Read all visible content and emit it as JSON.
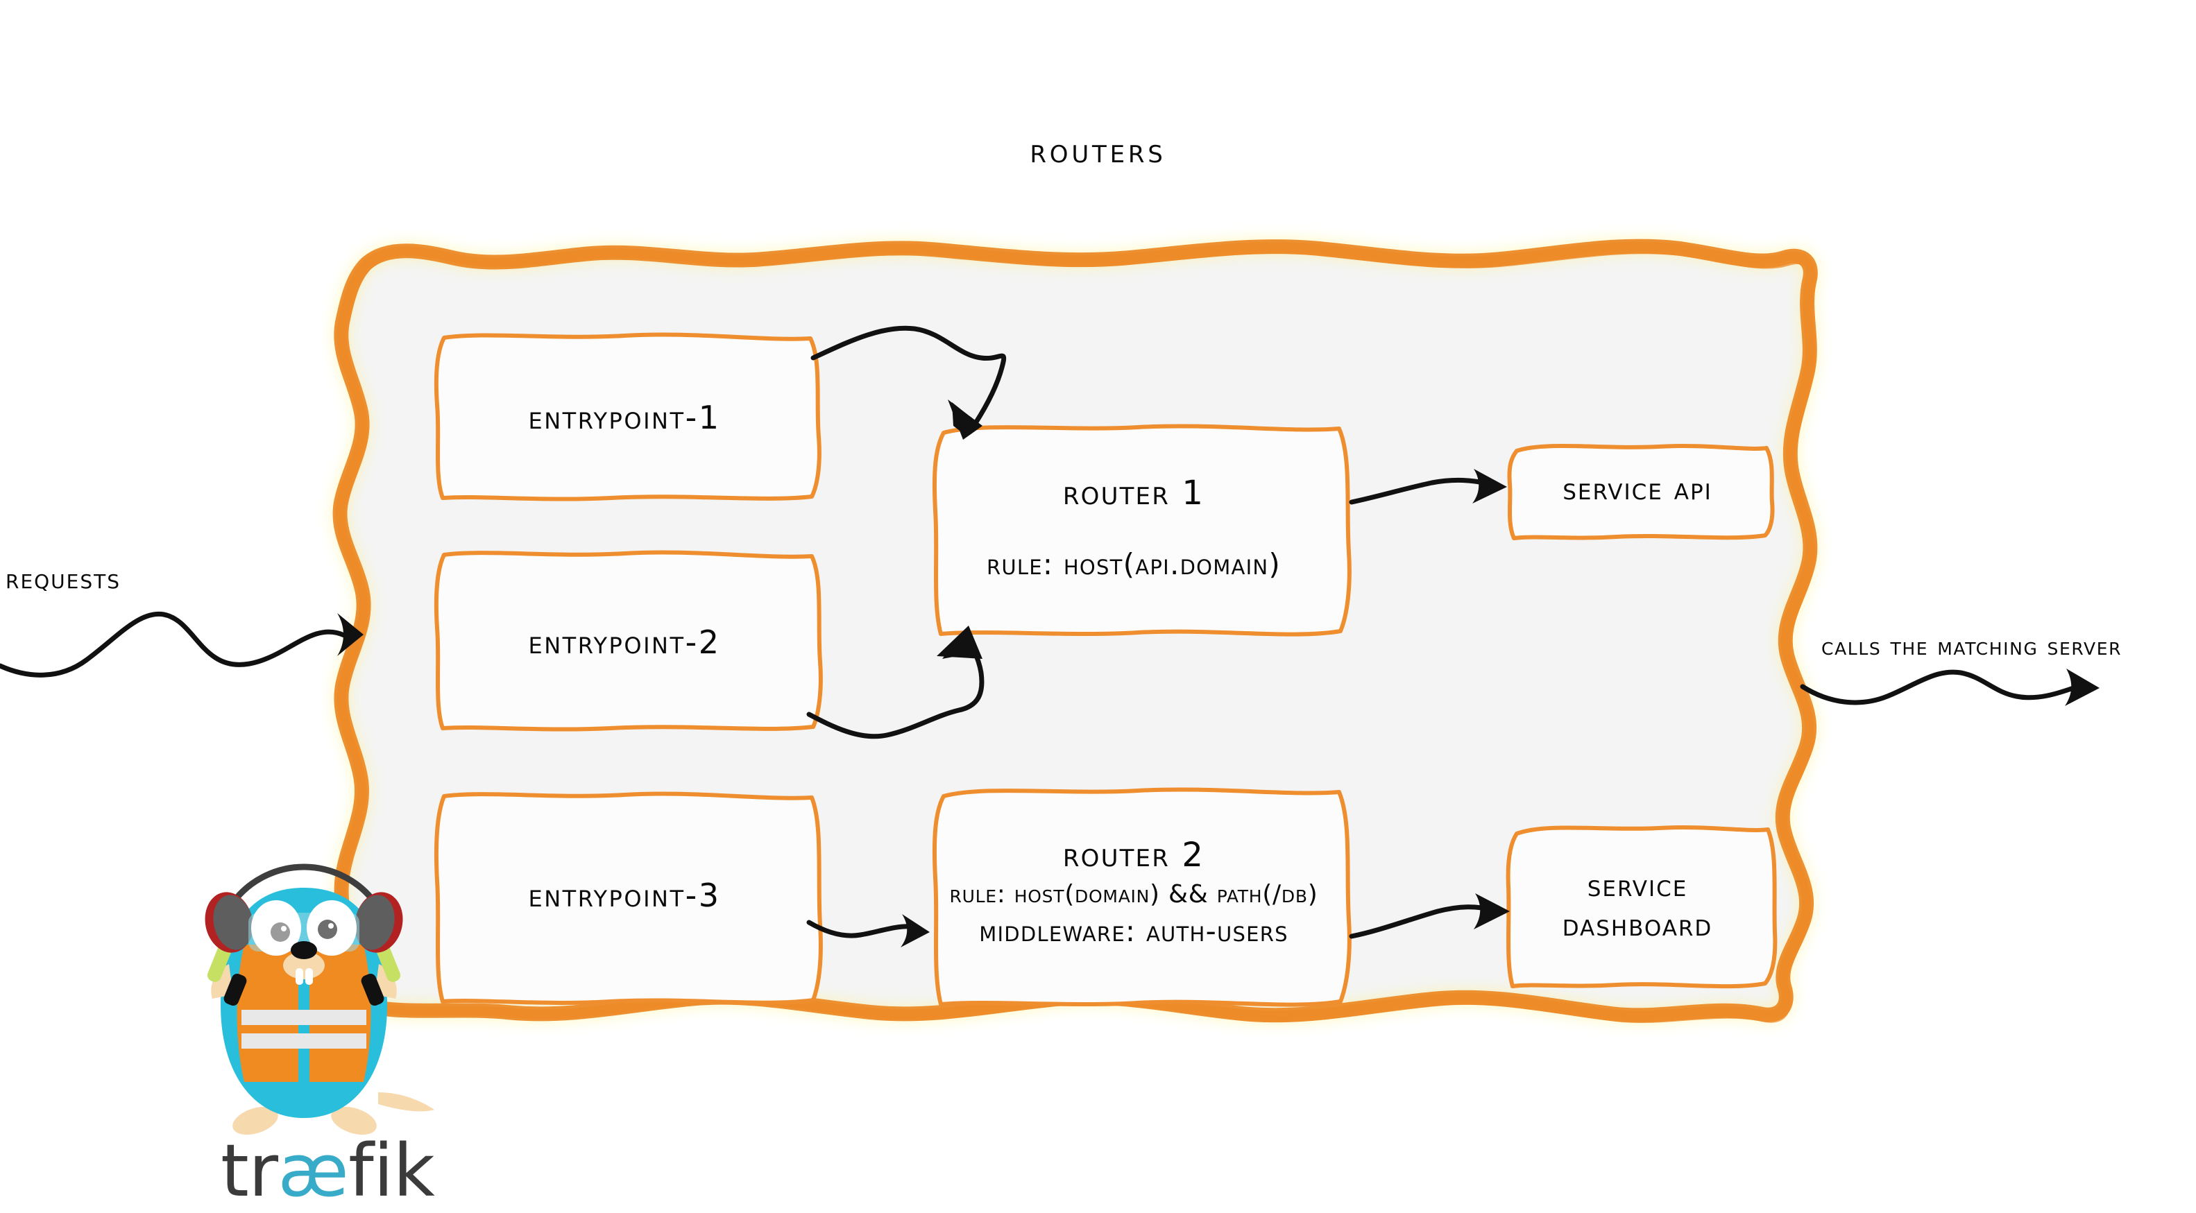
{
  "diagram": {
    "title": "Routers",
    "theme": {
      "accent_orange": "#ED8B28",
      "panel_fill": "#F4F4F4",
      "ink": "#0A0A0A",
      "gopher_blue": "#29BEDB",
      "vest_orange": "#F08B22",
      "wand_green": "#C5E063",
      "logo_dark": "#3B3B3B",
      "logo_cyan": "#37ABC8"
    },
    "inbound": {
      "label": "Requests",
      "arrow": "wavy-arrow-right"
    },
    "outbound": {
      "label": "Calls the matching server",
      "arrow": "wavy-arrow-right"
    },
    "entrypoints": [
      {
        "id": "entrypoint-1",
        "label": "entrypoint-1"
      },
      {
        "id": "entrypoint-2",
        "label": "entrypoint-2"
      },
      {
        "id": "entrypoint-3",
        "label": "entrypoint-3"
      }
    ],
    "routers": [
      {
        "id": "router-1",
        "title": "Router 1",
        "lines": [
          "rule: Host(api.domain)"
        ]
      },
      {
        "id": "router-2",
        "title": "Router 2",
        "lines": [
          "rule: Host(domain) && Path(/db)",
          "Middleware: auth-users"
        ]
      }
    ],
    "services": [
      {
        "id": "service-api",
        "label": "Service API",
        "lines": [
          "Service API"
        ]
      },
      {
        "id": "service-dashboard",
        "label": "Service Dashboard",
        "lines": [
          "Service",
          "Dashboard"
        ]
      }
    ],
    "connections": [
      {
        "from": "entrypoint-1",
        "to": "router-1"
      },
      {
        "from": "entrypoint-2",
        "to": "router-1"
      },
      {
        "from": "entrypoint-3",
        "to": "router-2"
      },
      {
        "from": "router-1",
        "to": "service-api"
      },
      {
        "from": "router-2",
        "to": "service-dashboard"
      }
    ],
    "logo": {
      "brand_part_1": "tr",
      "brand_part_2": "æ",
      "brand_part_3": "fik",
      "mascot": "traefik-gopher-mascot"
    }
  }
}
